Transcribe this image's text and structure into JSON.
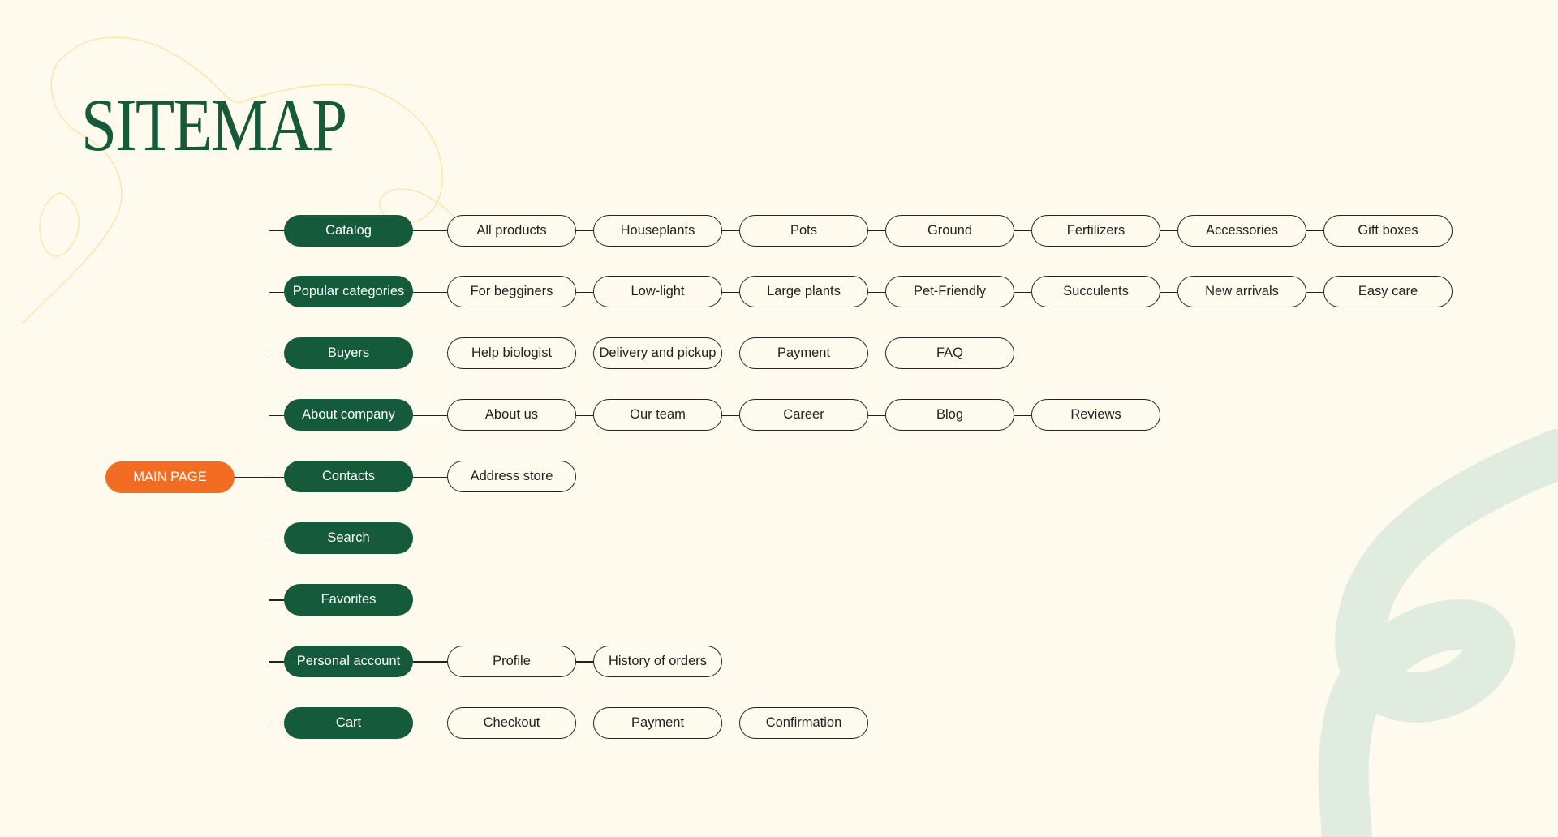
{
  "title": "SITEMAP",
  "colors": {
    "background": "#fefaee",
    "primary": "#155a3a",
    "accent": "#f26d21",
    "deco_green": "#e0ecdf",
    "deco_yellow": "#fbe3a0"
  },
  "root": {
    "label": "MAIN PAGE"
  },
  "sections": [
    {
      "label": "Catalog",
      "children": [
        "All products",
        "Houseplants",
        "Pots",
        "Ground",
        "Fertilizers",
        "Accessories",
        "Gift boxes"
      ]
    },
    {
      "label": "Popular categories",
      "children": [
        "For begginers",
        "Low-light",
        "Large plants",
        "Pet-Friendly",
        "Succulents",
        "New arrivals",
        "Easy care"
      ]
    },
    {
      "label": "Buyers",
      "children": [
        "Help biologist",
        "Delivery and pickup",
        "Payment",
        "FAQ"
      ]
    },
    {
      "label": "About company",
      "children": [
        "About us",
        "Our team",
        "Career",
        "Blog",
        "Reviews"
      ]
    },
    {
      "label": "Contacts",
      "children": [
        "Address store"
      ]
    },
    {
      "label": "Search",
      "children": []
    },
    {
      "label": "Favorites",
      "children": []
    },
    {
      "label": "Personal account",
      "children": [
        "Profile",
        "History of orders"
      ]
    },
    {
      "label": "Cart",
      "children": [
        "Checkout",
        "Payment",
        "Confirmation"
      ]
    }
  ]
}
